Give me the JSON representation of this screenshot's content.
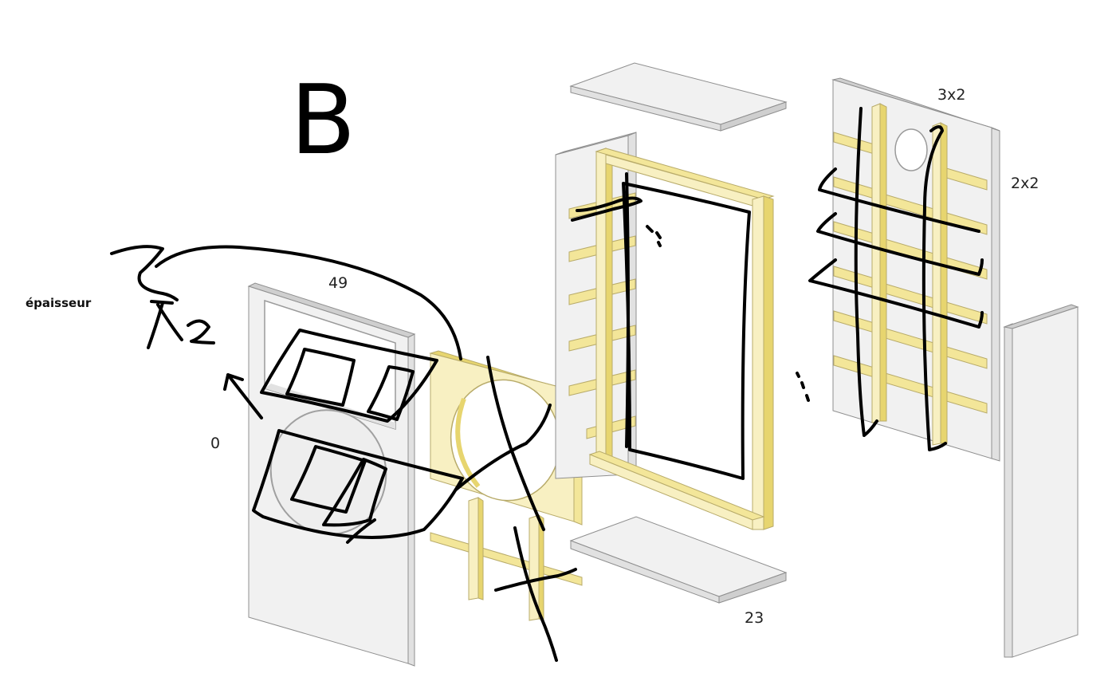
{
  "labels": {
    "letter": "B",
    "thickness": "épaisseur",
    "dim_49": "49",
    "dim_0": "0",
    "dim_23": "23",
    "dim_3x2": "3x2",
    "dim_2x2": "2x2",
    "handwritten": "X2"
  },
  "colors": {
    "panel": "#f1f1f1",
    "wood": "#f8f0c2",
    "ink": "#000000"
  }
}
